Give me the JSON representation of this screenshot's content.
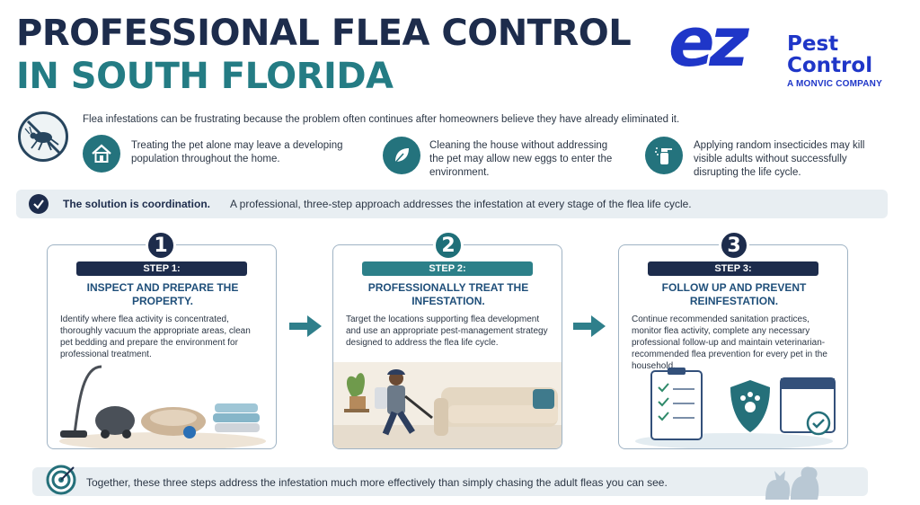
{
  "header": {
    "title_line1": "PROFESSIONAL FLEA CONTROL",
    "title_line2": "IN SOUTH FLORIDA"
  },
  "logo": {
    "mark": "ez",
    "pest": "Pest",
    "control": "Control",
    "tagline": "A MONVIC COMPANY"
  },
  "intro": {
    "text": "Flea infestations can be frustrating because the problem often continues after homeowners believe they have already eliminated it.",
    "icon": "no-flea-icon"
  },
  "issues": [
    {
      "icon": "house-icon",
      "text": "Treating the pet alone may leave a developing population throughout the home."
    },
    {
      "icon": "leaf-icon",
      "text": "Cleaning the house without addressing the pet may allow new eggs to enter the environment."
    },
    {
      "icon": "spray-bottle-icon",
      "text": "Applying random insecticides may kill visible adults without successfully disrupting the life cycle."
    }
  ],
  "solution": {
    "bold": "The solution is coordination.",
    "rest": "A professional, three-step approach addresses the infestation at every stage of the flea life cycle."
  },
  "steps": [
    {
      "number": "1",
      "label": "STEP 1:",
      "heading": "INSPECT AND PREPARE THE PROPERTY.",
      "description": "Identify where flea activity is concentrated, thoroughly vacuum the appropriate areas, clean pet bedding and prepare the environment for professional treatment."
    },
    {
      "number": "2",
      "label": "STEP 2:",
      "heading": "PROFESSIONALLY TREAT THE INFESTATION.",
      "description": "Target the locations supporting flea development and use an appropriate pest-management strategy designed to address the flea life cycle."
    },
    {
      "number": "3",
      "label": "STEP 3:",
      "heading": "FOLLOW UP AND PREVENT REINFESTATION.",
      "description": "Continue recommended sanitation practices, monitor flea activity, complete any necessary professional follow-up and maintain veterinarian-recommended flea prevention for every pet in the household."
    }
  ],
  "footer": {
    "text": "Together, these three steps address the infestation much more effectively than simply chasing the adult fleas you can see."
  },
  "colors": {
    "navy": "#1d2c4c",
    "teal": "#247c84",
    "brand_blue": "#1f36c8"
  }
}
